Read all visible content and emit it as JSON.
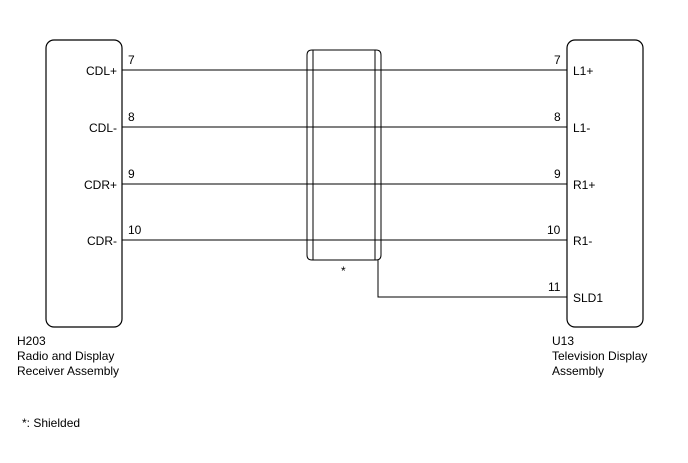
{
  "left_connector": {
    "code": "H203",
    "name_line1": "Radio and Display",
    "name_line2": "Receiver Assembly",
    "pins": [
      {
        "label": "CDL+",
        "number": "7"
      },
      {
        "label": "CDL-",
        "number": "8"
      },
      {
        "label": "CDR+",
        "number": "9"
      },
      {
        "label": "CDR-",
        "number": "10"
      }
    ]
  },
  "right_connector": {
    "code": "U13",
    "name_line1": "Television Display",
    "name_line2": "Assembly",
    "pins": [
      {
        "label": "L1+",
        "number": "7"
      },
      {
        "label": "L1-",
        "number": "8"
      },
      {
        "label": "R1+",
        "number": "9"
      },
      {
        "label": "R1-",
        "number": "10"
      },
      {
        "label": "SLD1",
        "number": "11"
      }
    ]
  },
  "shield_marker": "*",
  "footnote": "*: Shielded"
}
